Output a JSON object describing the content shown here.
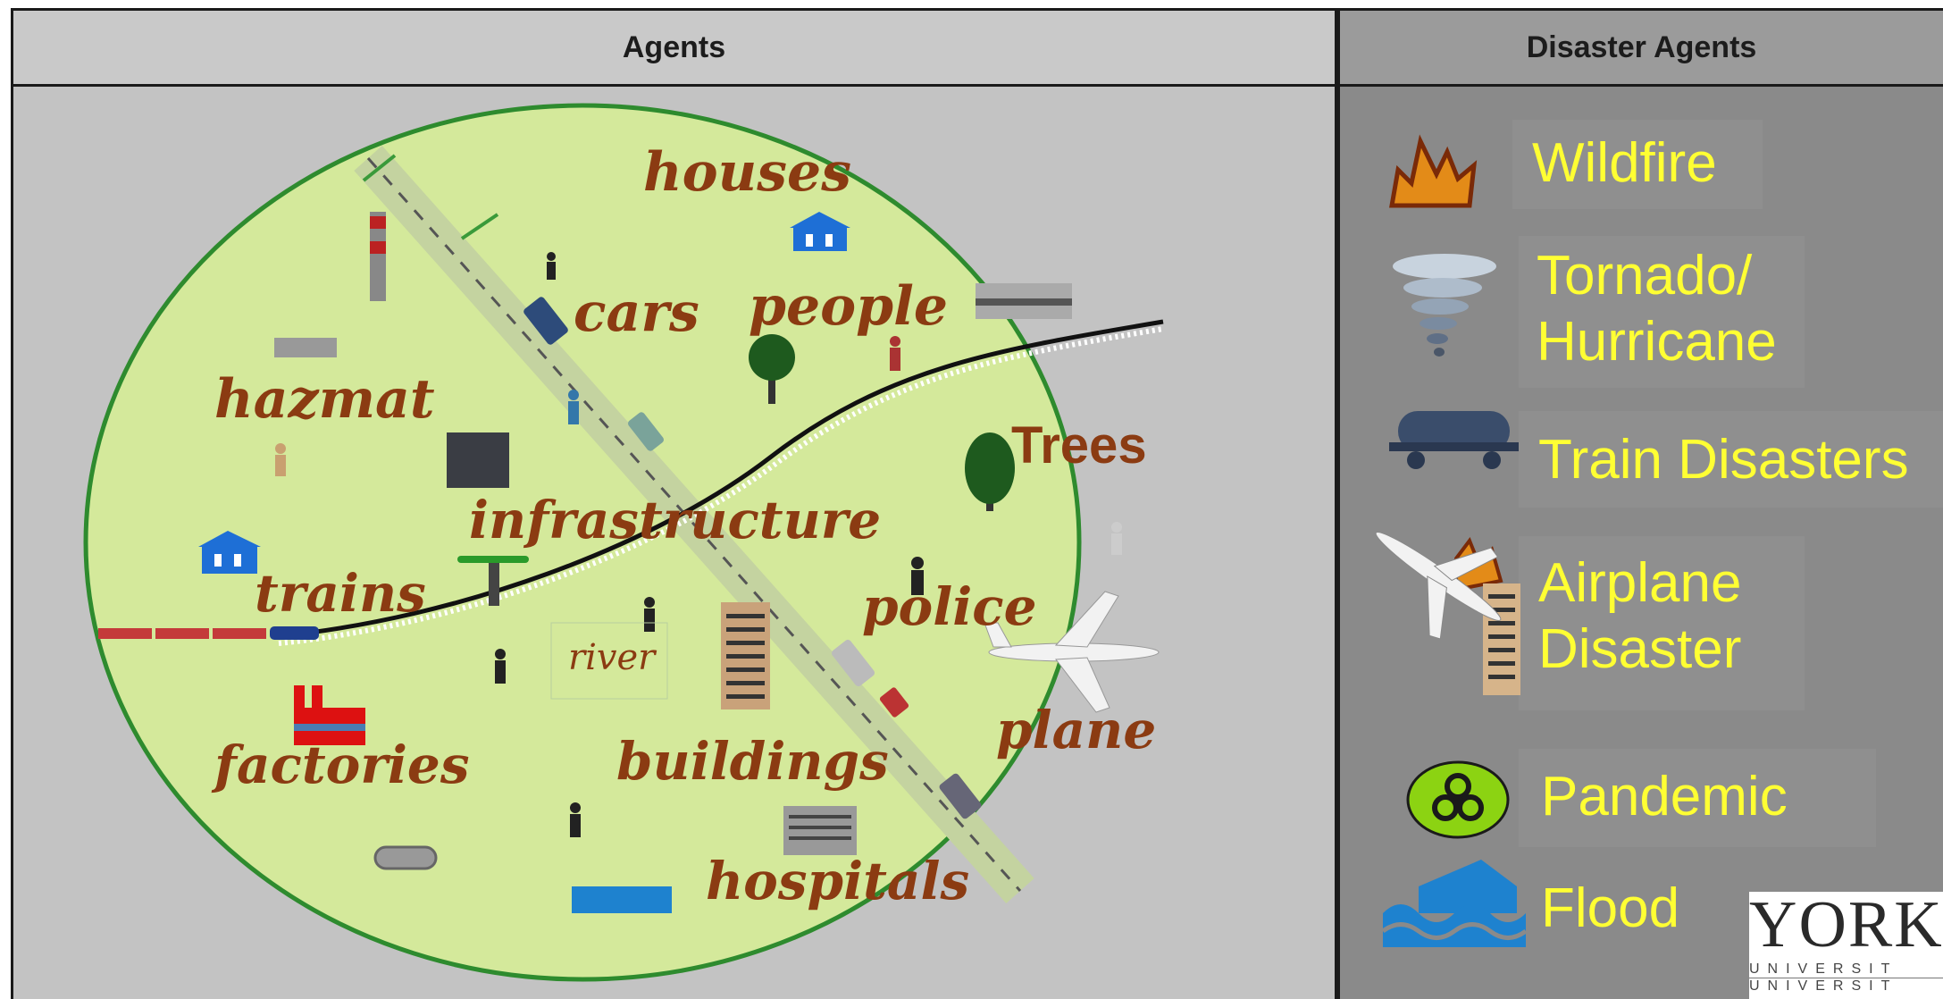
{
  "left_panel": {
    "header": "Agents",
    "agents": [
      "houses",
      "cars",
      "people",
      "hazmat",
      "Trees",
      "infrastructure",
      "trains",
      "police",
      "river",
      "plane",
      "factories",
      "buildings",
      "hospitals"
    ]
  },
  "right_panel": {
    "header": "Disaster Agents",
    "disasters": [
      {
        "lines": [
          "Wildfire"
        ],
        "icon": "fire-icon"
      },
      {
        "lines": [
          "Tornado/",
          "Hurricane"
        ],
        "icon": "tornado-icon"
      },
      {
        "lines": [
          "Train Disasters"
        ],
        "icon": "tanker-train-icon"
      },
      {
        "lines": [
          "Airplane",
          "Disaster"
        ],
        "icon": "airplane-crash-icon"
      },
      {
        "lines": [
          "Pandemic"
        ],
        "icon": "biohazard-icon"
      },
      {
        "lines": [
          "Flood"
        ],
        "icon": "flood-icon"
      }
    ]
  },
  "logo": {
    "name": "YORK",
    "sub1": "UNIVERSIT",
    "sub2": "UNIVERSIT"
  },
  "colors": {
    "agent_text": "#8b3b12",
    "disaster_text": "#ffff33",
    "field": "#d4e99b",
    "field_border": "#2e8b2e",
    "left_bg": "#c3c3c3",
    "right_bg": "#8a8a8a"
  }
}
